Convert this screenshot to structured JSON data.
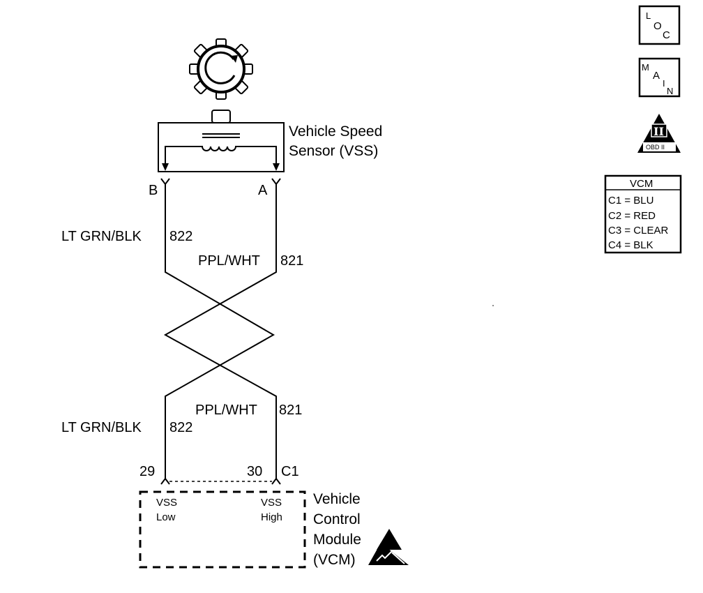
{
  "sensor": {
    "name_line1": "Vehicle Speed",
    "name_line2": "Sensor (VSS)",
    "pin_b": "B",
    "pin_a": "A"
  },
  "wires": {
    "left_top": {
      "color": "LT GRN/BLK",
      "circuit": "822"
    },
    "right_top": {
      "color": "PPL/WHT",
      "circuit": "821"
    },
    "left_bottom": {
      "color": "LT GRN/BLK",
      "circuit": "822"
    },
    "right_bottom": {
      "color": "PPL/WHT",
      "circuit": "821"
    }
  },
  "module": {
    "pin_left": "29",
    "pin_right": "30",
    "connector": "C1",
    "low_line1": "VSS",
    "low_line2": "Low",
    "high_line1": "VSS",
    "high_line2": "High",
    "name_line1": "Vehicle",
    "name_line2": "Control",
    "name_line3": "Module",
    "name_line4": "(VCM)"
  },
  "side_icons": {
    "loc": {
      "l": "L",
      "o": "O",
      "c": "C"
    },
    "main": {
      "m": "M",
      "a": "A",
      "i": "I",
      "n": "N"
    },
    "obd": {
      "numeral": "II",
      "label": "OBD II"
    }
  },
  "legend": {
    "title": "VCM",
    "rows": [
      "C1 = BLU",
      "C2 = RED",
      "C3 = CLEAR",
      "C4 = BLK"
    ]
  }
}
